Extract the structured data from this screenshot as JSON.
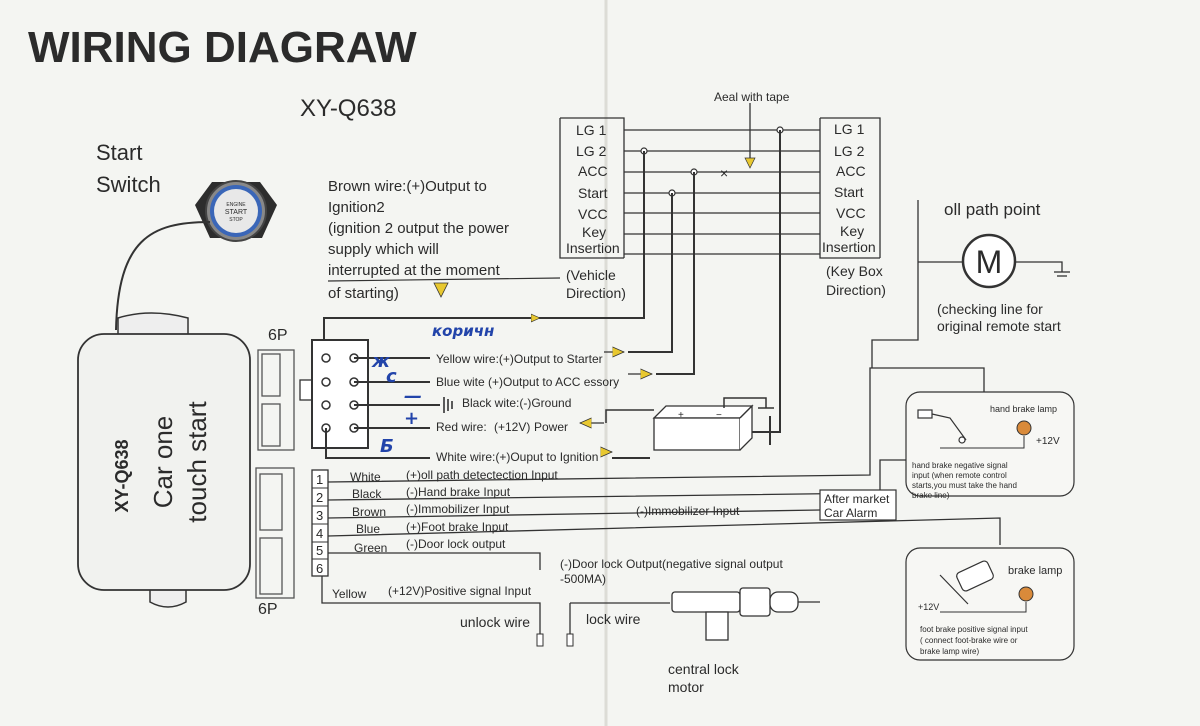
{
  "title": "WIRING DIAGRAW",
  "model": "XY-Q638",
  "start_switch": {
    "label_line1": "Start",
    "label_line2": "Switch",
    "button_top": "ENGINE",
    "button_mid": "START",
    "button_bottom": "STOP"
  },
  "brown_note": [
    "Brown wire:(+)Output to",
    "Ignition2",
    "(ignition 2 output the power",
    "supply which will",
    "interrupted at the moment",
    "of starting)"
  ],
  "aeal": "Aeal with tape",
  "vehicle_terminals": [
    "LG 1",
    "LG 2",
    "ACC",
    "Start",
    "VCC",
    "Key",
    "Insertion"
  ],
  "vehicle_direction": [
    "(Vehicle",
    "Direction)"
  ],
  "keybox_terminals": [
    "LG 1",
    "LG 2",
    "ACC",
    "Start",
    "VCC",
    "Key",
    "Insertion"
  ],
  "keybox_direction": [
    "(Key Box",
    "Direction)"
  ],
  "oil_path": {
    "title": "oll path point",
    "motor_symbol": "M",
    "note": [
      "(checking line for",
      "original remote start"
    ]
  },
  "module": {
    "model": "XY-Q638",
    "line1": "Car one",
    "line2": "touch start"
  },
  "connector_6p_top": "6P",
  "connector_6p_bottom": "6P",
  "handwritten": {
    "brown": "коричн",
    "yellow": "ж",
    "blue": "с",
    "black": "—",
    "red": "+",
    "white": "Б"
  },
  "top_wires": [
    "Yellow wire:(+)Output to Starter",
    "Blue wite (+)Output to ACC essory",
    "Black wite:(-)Ground",
    "Red wire:",
    "White wire:(+)Ouput to Ignition"
  ],
  "red_wire_extra": "(+12V)",
  "red_wire_power": "Power",
  "battery": {
    "plus": "+",
    "minus": "−"
  },
  "bottom_wires": [
    {
      "num": "1",
      "color": "White",
      "desc": "(+)oll path detectection Input"
    },
    {
      "num": "2",
      "color": "Black",
      "desc": "(-)Hand brake Input"
    },
    {
      "num": "3",
      "color": "Brown",
      "desc": "(-)Immobilizer Input"
    },
    {
      "num": "4",
      "color": "Blue",
      "desc": "(+)Foot brake Input"
    },
    {
      "num": "5",
      "color": "Green",
      "desc": "(-)Door lock output"
    },
    {
      "num": "6",
      "color": "Yellow",
      "desc": "(+12V)Positive signal Input"
    }
  ],
  "immobilizer_input": "(-)Immobilizer Input",
  "after_market": [
    "After market",
    "Car Alarm"
  ],
  "door_lock_output": [
    "(-)Door lock Output(negative signal output",
    "-500MA)"
  ],
  "hand_brake": {
    "lamp": "hand brake lamp",
    "v12": "+12V",
    "note": [
      "hand brake negative signal",
      "input (when remote control",
      "starts,you must take the hand",
      "brake line)"
    ]
  },
  "foot_brake": {
    "lamp": "brake lamp",
    "v12": "+12V",
    "note": [
      "foot brake positive signal input",
      "( connect foot-brake wire or",
      "brake lamp wire)"
    ]
  },
  "unlock_wire": "unlock wire",
  "lock_wire": "lock wire",
  "central_lock": [
    "central lock",
    "motor"
  ]
}
